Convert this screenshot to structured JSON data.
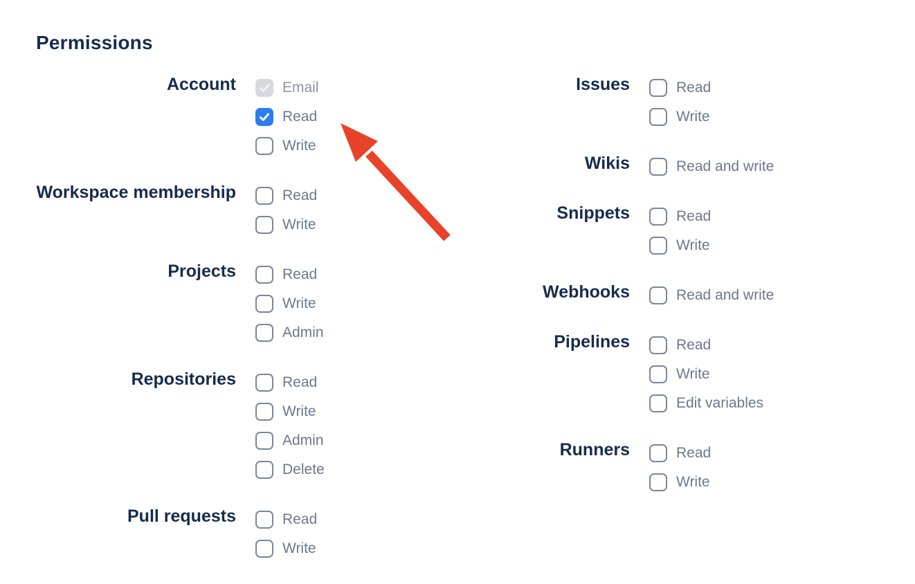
{
  "heading": "Permissions",
  "colors": {
    "heading_text": "#172B4D",
    "group_label": "#172B4D",
    "option_label": "#6B778C",
    "option_label_disabled": "#8993A4",
    "checkbox_border": "#7A869A",
    "checkbox_checked": "#2C7CF4",
    "checkbox_check": "#FFFFFF",
    "checkbox_disabled_bg": "#D6D9DE",
    "checkbox_disabled_check": "#EFF1F3",
    "arrow": "#E8432A"
  },
  "columns": [
    {
      "side": "left",
      "groups": [
        {
          "label": "Account",
          "options": [
            {
              "label": "Email",
              "checked": true,
              "disabled": true
            },
            {
              "label": "Read",
              "checked": true,
              "disabled": false
            },
            {
              "label": "Write",
              "checked": false,
              "disabled": false
            }
          ]
        },
        {
          "label": "Workspace membership",
          "options": [
            {
              "label": "Read",
              "checked": false,
              "disabled": false
            },
            {
              "label": "Write",
              "checked": false,
              "disabled": false
            }
          ]
        },
        {
          "label": "Projects",
          "options": [
            {
              "label": "Read",
              "checked": false,
              "disabled": false
            },
            {
              "label": "Write",
              "checked": false,
              "disabled": false
            },
            {
              "label": "Admin",
              "checked": false,
              "disabled": false
            }
          ]
        },
        {
          "label": "Repositories",
          "options": [
            {
              "label": "Read",
              "checked": false,
              "disabled": false
            },
            {
              "label": "Write",
              "checked": false,
              "disabled": false
            },
            {
              "label": "Admin",
              "checked": false,
              "disabled": false
            },
            {
              "label": "Delete",
              "checked": false,
              "disabled": false
            }
          ]
        },
        {
          "label": "Pull requests",
          "options": [
            {
              "label": "Read",
              "checked": false,
              "disabled": false
            },
            {
              "label": "Write",
              "checked": false,
              "disabled": false
            }
          ]
        }
      ]
    },
    {
      "side": "right",
      "groups": [
        {
          "label": "Issues",
          "options": [
            {
              "label": "Read",
              "checked": false,
              "disabled": false
            },
            {
              "label": "Write",
              "checked": false,
              "disabled": false
            }
          ]
        },
        {
          "label": "Wikis",
          "options": [
            {
              "label": "Read and write",
              "checked": false,
              "disabled": false
            }
          ]
        },
        {
          "label": "Snippets",
          "options": [
            {
              "label": "Read",
              "checked": false,
              "disabled": false
            },
            {
              "label": "Write",
              "checked": false,
              "disabled": false
            }
          ]
        },
        {
          "label": "Webhooks",
          "options": [
            {
              "label": "Read and write",
              "checked": false,
              "disabled": false
            }
          ]
        },
        {
          "label": "Pipelines",
          "options": [
            {
              "label": "Read",
              "checked": false,
              "disabled": false
            },
            {
              "label": "Write",
              "checked": false,
              "disabled": false
            },
            {
              "label": "Edit variables",
              "checked": false,
              "disabled": false
            }
          ]
        },
        {
          "label": "Runners",
          "options": [
            {
              "label": "Read",
              "checked": false,
              "disabled": false
            },
            {
              "label": "Write",
              "checked": false,
              "disabled": false
            }
          ]
        }
      ]
    }
  ]
}
